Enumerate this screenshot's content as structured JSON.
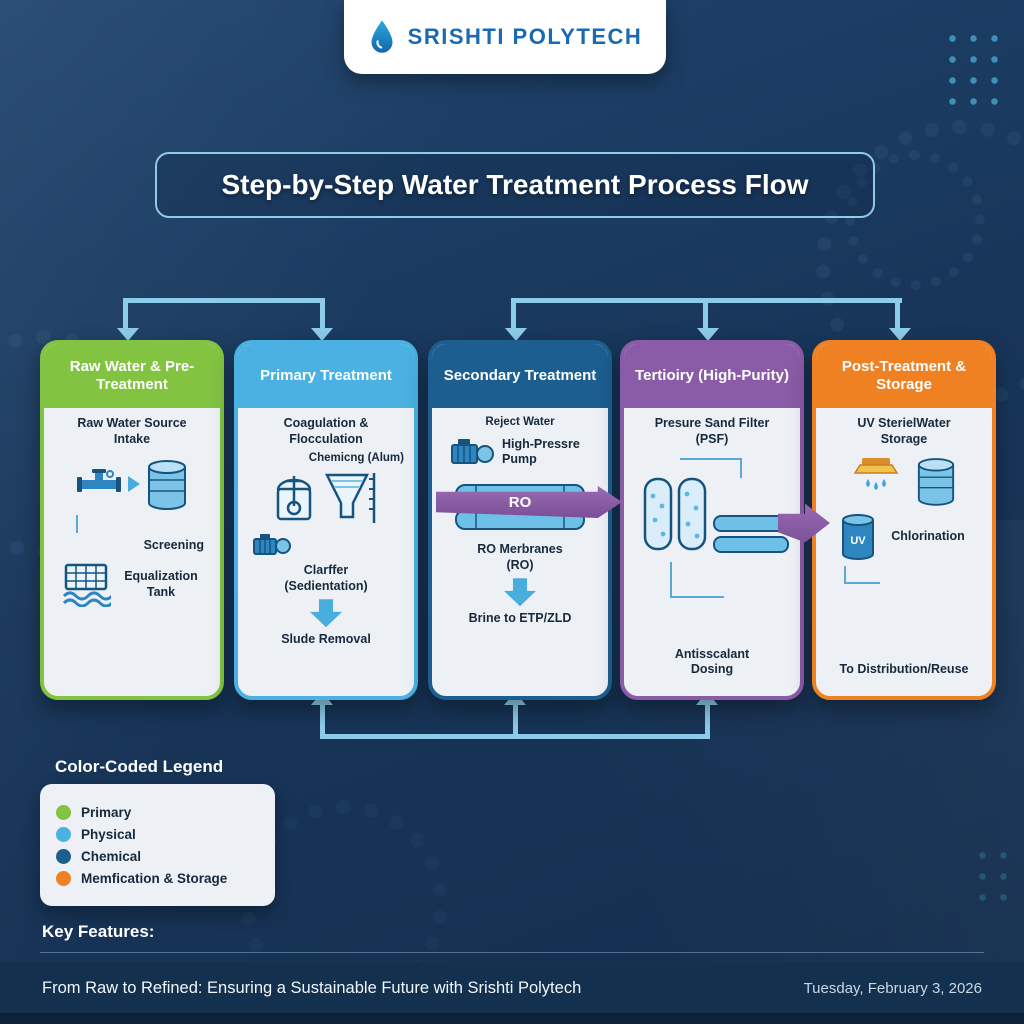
{
  "brand": {
    "name": "SRISHTI POLYTECH"
  },
  "title": "Step-by-Step Water Treatment Process Flow",
  "colors": {
    "background": "#18365a",
    "connector_blue": "#8ccbe9",
    "purple_arrow": "#8a5ba6",
    "brand_blue": "#1a6ab3"
  },
  "icons": {
    "logo": "water-drop-icon",
    "stage1": [
      "pipe-intake-icon",
      "storage-tank-icon",
      "screen-filter-icon"
    ],
    "stage2": [
      "mixing-tank-icon",
      "clarifier-funnel-icon",
      "pump-icon"
    ],
    "stage3": [
      "high-pressure-pump-icon",
      "ro-membrane-icon"
    ],
    "stage4": [
      "sand-filter-vessels-icon",
      "membrane-pair-icon"
    ],
    "stage5": [
      "uv-lamp-icon",
      "storage-tank-icon",
      "uv-drum-icon"
    ]
  },
  "stages": [
    {
      "header": "Raw Water & Pre-Treatment",
      "color": "#82c341",
      "intake_label": "Raw Water Source Intake",
      "screening_label": "Screening",
      "equalization_label": "Equalization Tank"
    },
    {
      "header": "Primary Treatment",
      "color": "#4ab1e2",
      "coagulation_label": "Coagulation & Flocculation",
      "chemical_label": "Chemicng (Alum)",
      "clarifier_label": "Clarffer (Sedientation)",
      "sludge_label": "Slude Removal"
    },
    {
      "header": "Secondary Treatment",
      "color": "#1c5e90",
      "reject_label": "Reject Water",
      "pump_label": "High-Pressre Pump",
      "ro_arrow_label": "RO",
      "membrane_label": "RO Merbranes (RO)",
      "brine_label": "Brine to ETP/ZLD"
    },
    {
      "header": "Tertioiry (High-Purity)",
      "color": "#8a5ba6",
      "psf_label": "Presure Sand Filter (PSF)",
      "antiscalant_label": "Antisscalant Dosing"
    },
    {
      "header": "Post-Treatment & Storage",
      "color": "#f08122",
      "storage_label": "UV SterielWater Storage",
      "uv_drum_label": "UV",
      "chlorination_label": "Chlorination",
      "distribution_label": "To Distribution/Reuse"
    }
  ],
  "legend": {
    "heading": "Color-Coded Legend",
    "entries": [
      {
        "label": "Primary",
        "color": "#82c341"
      },
      {
        "label": "Physical",
        "color": "#4ab1e2"
      },
      {
        "label": "Chemical",
        "color": "#1c5e90"
      },
      {
        "label": "Memfication & Storage",
        "color": "#f08122"
      }
    ]
  },
  "key_features_label": "Key Features:",
  "footer": {
    "tagline": "From Raw to Refined: Ensuring a Sustainable Future with Srishti Polytech",
    "date": "Tuesday, February 3, 2026"
  }
}
